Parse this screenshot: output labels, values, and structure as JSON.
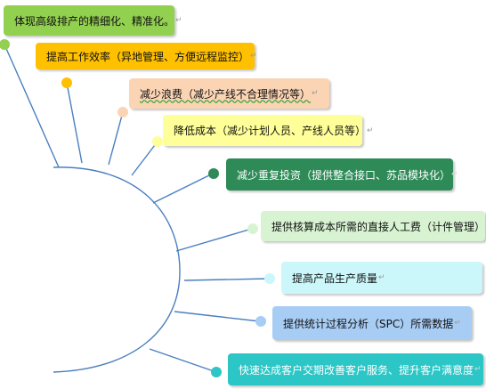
{
  "paragraph_mark": "↵",
  "items": [
    {
      "text": "体现高级排产的精细化、精准化。",
      "fill": "#92d050",
      "dot": "#92d050"
    },
    {
      "text": "提高工作效率（异地管理、方便远程监控）",
      "fill": "#ffc000",
      "dot": "#ffc000"
    },
    {
      "text": "减少浪费（减少产线不合理情况等）",
      "fill": "#fbd4b4",
      "dot": "#fbd4b4"
    },
    {
      "text": "降低成本（减少计划人员、产线人员等）",
      "fill": "#ffff99",
      "dot": "#ffff99"
    },
    {
      "text": "减少重复投资（提供整合接口、苏品模块化）",
      "fill": "#2e8b57",
      "dot": "#2e8b57"
    },
    {
      "text": "提供核算成本所需的直接人工费（计件管理）",
      "fill": "#d8f3d2",
      "dot": "#d8f3d2"
    },
    {
      "text": "提高产品生产质量",
      "fill": "#ccf7fa",
      "dot": "#ccf7fa"
    },
    {
      "text": "提供统计过程分析（SPC）所需数据",
      "fill": "#a8cdf5",
      "dot": "#a8cdf5"
    },
    {
      "text": "快速达成客户交期改善客户服务、提升客户满意度",
      "fill": "#2cc6c6",
      "dot": "#2cc6c6"
    }
  ]
}
